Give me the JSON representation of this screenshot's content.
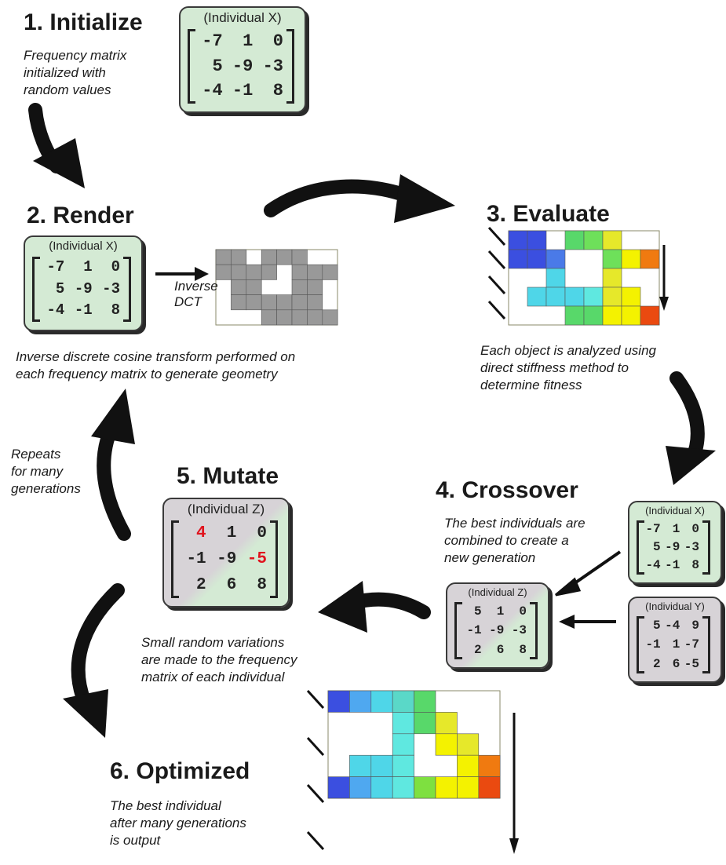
{
  "steps": {
    "initialize": {
      "title": "1. Initialize",
      "desc_lines": [
        "Frequency matrix",
        "initialized with",
        "random values"
      ]
    },
    "render": {
      "title": "2. Render",
      "transform_lines": [
        "Inverse",
        "DCT"
      ],
      "desc_lines": [
        "Inverse discrete cosine transform performed on",
        "each frequency matrix to generate geometry"
      ]
    },
    "evaluate": {
      "title": "3. Evaluate",
      "desc_lines": [
        "Each object is analyzed using",
        "direct stiffness method to",
        "determine fitness"
      ]
    },
    "crossover": {
      "title": "4. Crossover",
      "desc_lines": [
        "The best individuals are",
        "combined to create a",
        "new generation"
      ]
    },
    "mutate": {
      "title": "5. Mutate",
      "desc_lines": [
        "Small random variations",
        "are made to the frequency",
        "matrix of each individual"
      ]
    },
    "optimized": {
      "title": "6. Optimized",
      "desc_lines": [
        "The best individual",
        "after many generations",
        "is output"
      ]
    },
    "repeat": {
      "desc_lines": [
        "Repeats",
        "for many",
        "generations"
      ]
    }
  },
  "cards": {
    "init_x": {
      "title": "(Individual X)",
      "rows": [
        [
          "-7",
          "1",
          "0"
        ],
        [
          "5",
          "-9",
          "-3"
        ],
        [
          "-4",
          "-1",
          "8"
        ]
      ]
    },
    "render_x": {
      "title": "(Individual X)",
      "rows": [
        [
          "-7",
          "1",
          "0"
        ],
        [
          "5",
          "-9",
          "-3"
        ],
        [
          "-4",
          "-1",
          "8"
        ]
      ]
    },
    "crossover_x": {
      "title": "(Individual X)",
      "rows": [
        [
          "-7",
          "1",
          "0"
        ],
        [
          "5",
          "-9",
          "-3"
        ],
        [
          "-4",
          "-1",
          "8"
        ]
      ]
    },
    "crossover_y": {
      "title": "(Individual Y)",
      "rows": [
        [
          "5",
          "-4",
          "9"
        ],
        [
          "-1",
          "1",
          "-7"
        ],
        [
          "2",
          "6",
          "-5"
        ]
      ]
    },
    "crossover_z": {
      "title": "(Individual Z)",
      "rows": [
        [
          "5",
          "1",
          "0"
        ],
        [
          "-1",
          "-9",
          "-3"
        ],
        [
          "2",
          "6",
          "8"
        ]
      ]
    },
    "mutate_z": {
      "title": "(Individual Z)",
      "rows": [
        [
          "4",
          "1",
          "0"
        ],
        [
          "-1",
          "-9",
          "-5"
        ],
        [
          "2",
          "6",
          "8"
        ]
      ],
      "mutated": [
        [
          0,
          0
        ],
        [
          1,
          2
        ]
      ]
    }
  },
  "colors": {
    "green_card": "#d4ead4",
    "gray_card": "#d7d3d7",
    "mutation_highlight": "#e0141e",
    "arrow": "#111111"
  },
  "icons": {
    "step_arrows": "curved-arrow-icon",
    "support": "fixed-support-hatch-icon",
    "load": "load-arrow-icon"
  }
}
